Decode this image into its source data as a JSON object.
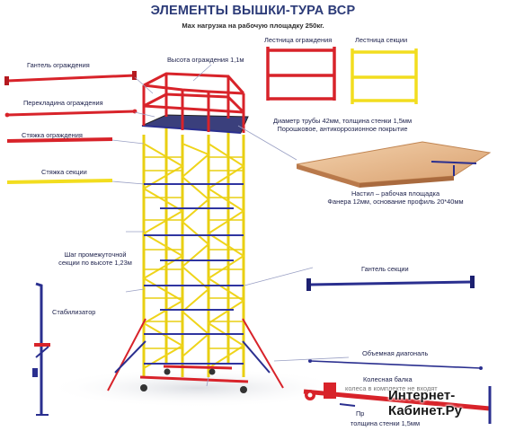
{
  "header": {
    "title": "ЭЛЕМЕНТЫ ВЫШКИ-ТУРА ВСР",
    "subtitle": "Мах нагрузка на рабочую площадку 250кг."
  },
  "labels": {
    "guard_handle": "Гантель ограждения",
    "guard_crossbar": "Перекладина ограждения",
    "guard_tie": "Стяжка ограждения",
    "section_tie": "Стяжка секции",
    "guard_height": "Высота ограждения 1,1м",
    "guard_ladder": "Лестница ограждения",
    "section_ladder": "Лестница секции",
    "pipe_line1": "Диаметр трубы 42мм, толщина стенки 1,5мм",
    "pipe_line2": "Порошковое, антикоррозионное покрытие",
    "deck_line1": "Настил – рабочая площадка",
    "deck_line2": "Фанера 12мм, основание профиль 20*40мм",
    "step_line1": "Шаг промежуточной",
    "step_line2": "секции по высоте 1,23м",
    "section_handle": "Гантель секции",
    "stabilizer": "Стабилизатор",
    "diagonal": "Объемная диагональ",
    "wheel_beam": "Колесная балка",
    "wheel_note": "колеса в комплекте не входят",
    "profile_line1": "Пр",
    "profile_line2": "толщина стенки 1,5мм"
  },
  "watermark": {
    "line1": "Интернет-",
    "line2": "Кабинет.Ру"
  },
  "colors": {
    "title": "#2c3b78",
    "text": "#1b1f4a",
    "red": "#d8232a",
    "yellow": "#f2dd1f",
    "blue": "#2a2f8f",
    "leader": "#9aa0c4",
    "plywood": "#e8b98a"
  }
}
